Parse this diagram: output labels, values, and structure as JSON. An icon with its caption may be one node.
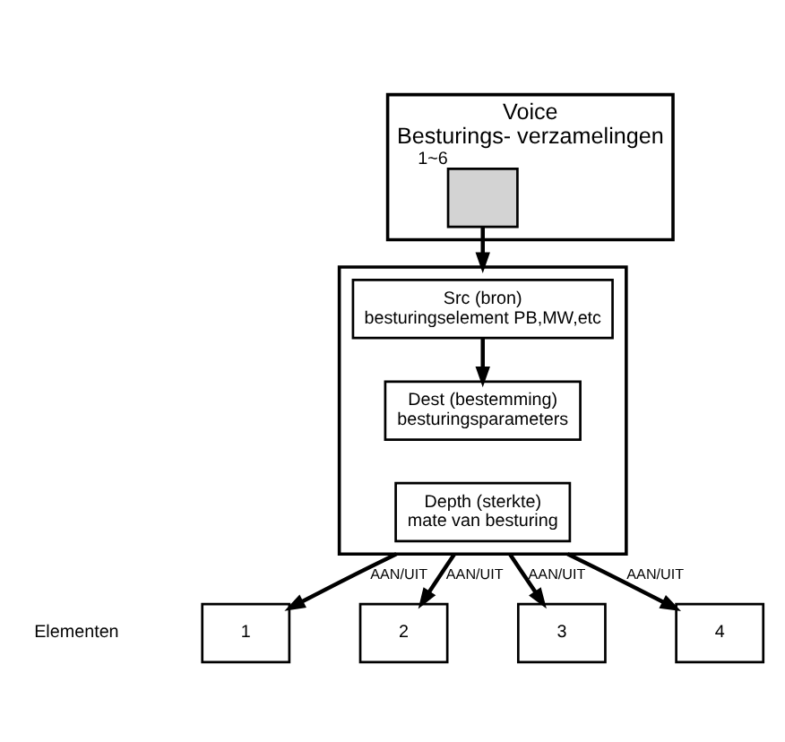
{
  "diagram": {
    "nodes": [
      {
        "text": [
          "Voice",
          "Besturings- verzamelingen"
        ]
      },
      {
        "text": [],
        "shape": "box",
        "in": 0,
        "beside": [
          "1~6"
        ]
      },
      {
        "text": [],
        "shape": "box"
      },
      {
        "text": [
          "Src (bron)",
          "besturingselement PB,MW,etc"
        ],
        "in": 2
      },
      {
        "text": [
          "Dest (bestemming)",
          "besturingsparameters"
        ],
        "in": 2
      },
      {
        "text": [
          "Depth (sterkte)",
          "mate van besturing"
        ],
        "in": 2
      },
      {
        "text": [
          "1"
        ]
      },
      {
        "text": [
          "2"
        ]
      },
      {
        "text": [
          "3"
        ]
      },
      {
        "text": [
          "4"
        ]
      }
    ],
    "edges": [
      {
        "from": 1,
        "to": 2,
        "arrow": "to"
      },
      {
        "from": 3,
        "to": 4,
        "arrow": "to"
      },
      {
        "from": 2,
        "to": 6,
        "arrow": "to",
        "label": "AAN/UIT"
      },
      {
        "from": 2,
        "to": 7,
        "arrow": "to",
        "label": "AAN/UIT"
      },
      {
        "from": 2,
        "to": 8,
        "arrow": "to",
        "label": "AAN/UIT"
      },
      {
        "from": 2,
        "to": 9,
        "arrow": "to",
        "label": "AAN/UIT"
      }
    ],
    "labels": [
      "Elementen"
    ]
  }
}
